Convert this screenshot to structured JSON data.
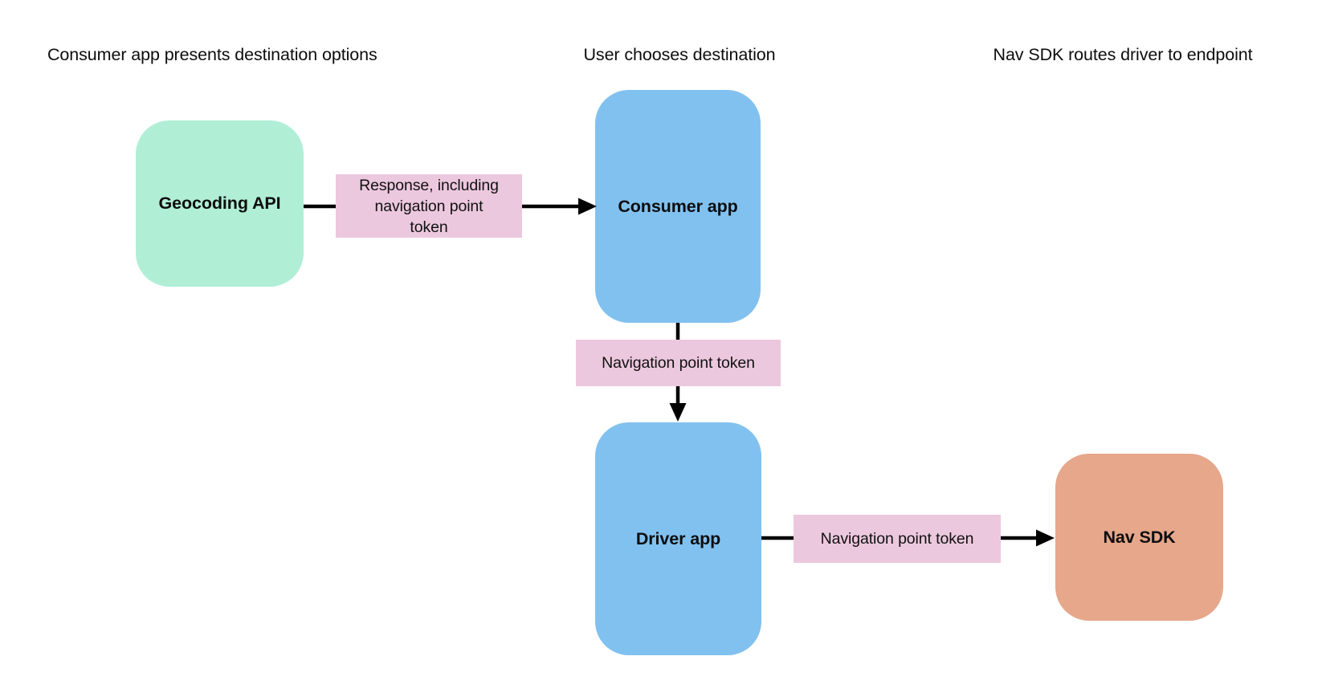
{
  "canvas": {
    "background": "#ffffff"
  },
  "headers": [
    {
      "label": "Consumer app presents destination options"
    },
    {
      "label": "User chooses destination"
    },
    {
      "label": "Nav SDK routes driver to endpoint"
    }
  ],
  "nodes": [
    {
      "id": "geocoding-api",
      "label": "Geocoding API",
      "color": "#b0efd6"
    },
    {
      "id": "consumer-app",
      "label": "Consumer app",
      "color": "#81c1f0"
    },
    {
      "id": "driver-app",
      "label": "Driver app",
      "color": "#81c1f0"
    },
    {
      "id": "nav-sdk",
      "label": "Nav SDK",
      "color": "#e6a78b"
    }
  ],
  "edges": [
    {
      "from": "geocoding-api",
      "to": "consumer-app",
      "label": "Response, including navigation point token"
    },
    {
      "from": "consumer-app",
      "to": "driver-app",
      "label": "Navigation point token"
    },
    {
      "from": "driver-app",
      "to": "nav-sdk",
      "label": "Navigation point token"
    }
  ],
  "colors": {
    "edge_label_bg": "#ecc8de",
    "arrow": "#000000",
    "heading_text": "#0d0d0d"
  }
}
